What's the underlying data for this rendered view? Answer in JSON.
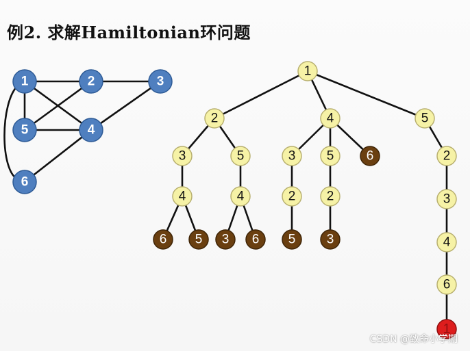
{
  "title": "例2. 求解Hamiltonian环问题",
  "watermark": "CSDN @致命小学期",
  "colors": {
    "graph_node": "#4f7fbf",
    "graph_label": "#ffffff",
    "tree_node": "#f6f2a6",
    "tree_label": "#111111",
    "dead_node": "#6a3f10",
    "dead_label": "#ffffff",
    "goal_node": "#dd1d1d"
  },
  "graph": {
    "nodes": [
      "1",
      "2",
      "3",
      "4",
      "5",
      "6"
    ],
    "edges": [
      [
        "1",
        "2"
      ],
      [
        "2",
        "3"
      ],
      [
        "1",
        "5"
      ],
      [
        "1",
        "4"
      ],
      [
        "2",
        "5"
      ],
      [
        "5",
        "4"
      ],
      [
        "3",
        "4"
      ],
      [
        "4",
        "6"
      ],
      [
        "1",
        "6"
      ]
    ]
  },
  "tree": {
    "nodes": [
      {
        "id": "r",
        "label": "1",
        "kind": "normal"
      },
      {
        "id": "a",
        "label": "2",
        "kind": "normal"
      },
      {
        "id": "b",
        "label": "4",
        "kind": "normal"
      },
      {
        "id": "c",
        "label": "5",
        "kind": "normal"
      },
      {
        "id": "a1",
        "label": "3",
        "kind": "normal"
      },
      {
        "id": "a2",
        "label": "5",
        "kind": "normal"
      },
      {
        "id": "b1",
        "label": "3",
        "kind": "normal"
      },
      {
        "id": "b2",
        "label": "5",
        "kind": "normal"
      },
      {
        "id": "b3",
        "label": "6",
        "kind": "dead"
      },
      {
        "id": "c1",
        "label": "2",
        "kind": "normal"
      },
      {
        "id": "a1x",
        "label": "4",
        "kind": "normal"
      },
      {
        "id": "a2x",
        "label": "4",
        "kind": "normal"
      },
      {
        "id": "b1x",
        "label": "2",
        "kind": "normal"
      },
      {
        "id": "b2x",
        "label": "2",
        "kind": "normal"
      },
      {
        "id": "c2",
        "label": "3",
        "kind": "normal"
      },
      {
        "id": "l1",
        "label": "6",
        "kind": "dead"
      },
      {
        "id": "l2",
        "label": "5",
        "kind": "dead"
      },
      {
        "id": "l3",
        "label": "3",
        "kind": "dead"
      },
      {
        "id": "l4",
        "label": "6",
        "kind": "dead"
      },
      {
        "id": "l5",
        "label": "5",
        "kind": "dead"
      },
      {
        "id": "l6",
        "label": "3",
        "kind": "dead"
      },
      {
        "id": "c3",
        "label": "4",
        "kind": "normal"
      },
      {
        "id": "c4",
        "label": "6",
        "kind": "normal"
      },
      {
        "id": "c5",
        "label": "1",
        "kind": "goal"
      }
    ],
    "edges": [
      [
        "r",
        "a"
      ],
      [
        "r",
        "b"
      ],
      [
        "r",
        "c"
      ],
      [
        "a",
        "a1"
      ],
      [
        "a",
        "a2"
      ],
      [
        "b",
        "b1"
      ],
      [
        "b",
        "b2"
      ],
      [
        "b",
        "b3"
      ],
      [
        "c",
        "c1"
      ],
      [
        "a1",
        "a1x"
      ],
      [
        "a2",
        "a2x"
      ],
      [
        "b1",
        "b1x"
      ],
      [
        "b2",
        "b2x"
      ],
      [
        "c1",
        "c2"
      ],
      [
        "a1x",
        "l1"
      ],
      [
        "a1x",
        "l2"
      ],
      [
        "a2x",
        "l3"
      ],
      [
        "a2x",
        "l4"
      ],
      [
        "b1x",
        "l5"
      ],
      [
        "b2x",
        "l6"
      ],
      [
        "c2",
        "c3"
      ],
      [
        "c3",
        "c4"
      ],
      [
        "c4",
        "c5"
      ]
    ]
  }
}
